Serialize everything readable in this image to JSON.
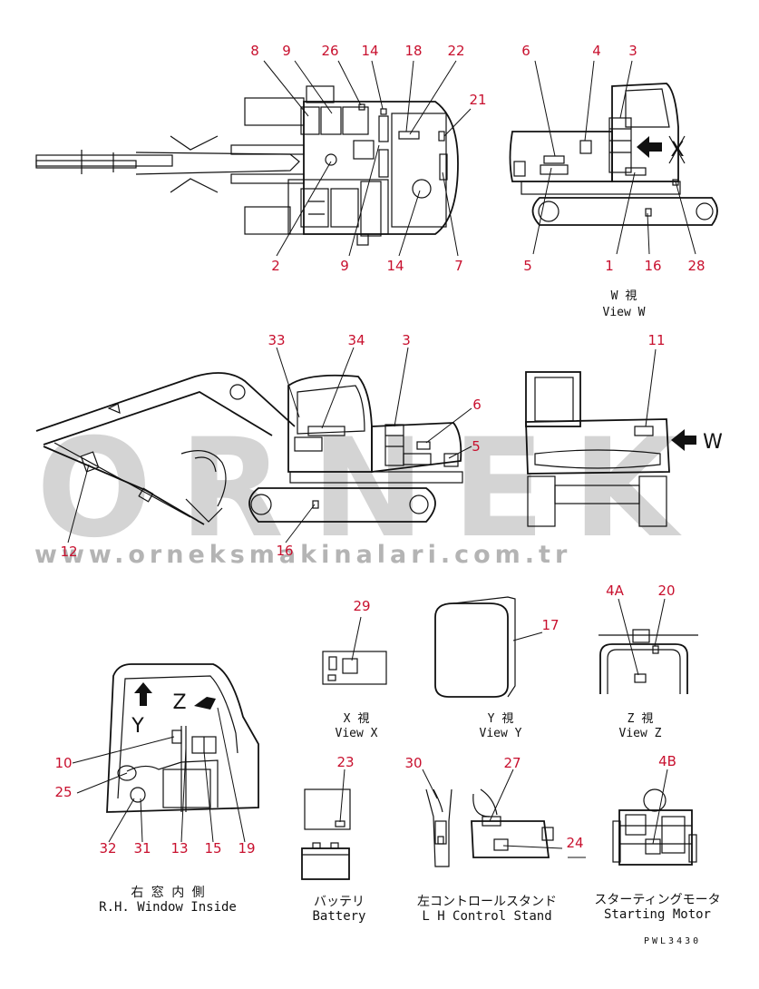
{
  "watermark": {
    "brand": "ORNEK",
    "url": "www.orneksmakinalari.com.tr"
  },
  "drawing_code": "PWL3430",
  "direction_labels": {
    "x": "X",
    "w": "W",
    "y": "Y",
    "z": "Z"
  },
  "captions": {
    "view_w_jp": "W 視",
    "view_w_en": "View W",
    "view_x_jp": "X 視",
    "view_x_en": "View X",
    "view_y_jp": "Y 視",
    "view_y_en": "View Y",
    "view_z_jp": "Z 視",
    "view_z_en": "View Z",
    "window_jp": "右 窓 内 側",
    "window_en": "R.H. Window Inside",
    "battery_jp": "バッテリ",
    "battery_en": "Battery",
    "stand_jp": "左コントロールスタンド",
    "stand_en": "L H  Control Stand",
    "motor_jp": "スターティングモータ",
    "motor_en": "Starting Motor"
  },
  "callouts": {
    "top_view": [
      "8",
      "9",
      "26",
      "14",
      "18",
      "22",
      "21",
      "2",
      "9",
      "14",
      "7"
    ],
    "view_w": [
      "6",
      "4",
      "3",
      "5",
      "1",
      "16",
      "28"
    ],
    "side_view": [
      "33",
      "34",
      "3",
      "6",
      "5",
      "12",
      "16"
    ],
    "rear_view": [
      "11"
    ],
    "view_x": [
      "29"
    ],
    "view_y": [
      "17"
    ],
    "view_z": [
      "4A",
      "20"
    ],
    "window": [
      "10",
      "25",
      "32",
      "31",
      "13",
      "15",
      "19"
    ],
    "battery": [
      "23"
    ],
    "control_stand": [
      "30",
      "27",
      "24"
    ],
    "starting_motor": [
      "4B"
    ]
  },
  "colors": {
    "callout": "#c8102e",
    "line": "#111111",
    "watermark": "#c9c9c9"
  }
}
